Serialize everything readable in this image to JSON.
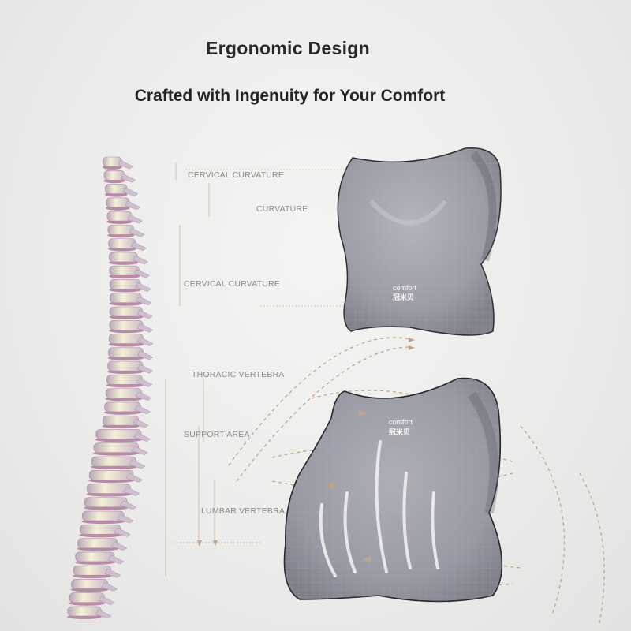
{
  "header": {
    "title": "Ergonomic Design",
    "subtitle": "Crafted with Ingenuity for Your Comfort"
  },
  "labels": {
    "cervical_curvature_top": "CERVICAL CURVATURE",
    "curvature": "CURVATURE",
    "cervical_curvature_mid": "CERVICAL CURVATURE",
    "thoracic_vertebra": "THORACIC VERTEBRA",
    "support_area": "SUPPORT AREA",
    "lumbar_vertebra": "LUMBAR VERTEBRA"
  },
  "pillows": {
    "neck_logo_text": "comfort",
    "lumbar_logo_text": "comfort"
  },
  "colors": {
    "background": "#ececeb",
    "pillow": "#9d9fa8",
    "spine_bone": "#f3eccf",
    "spine_disc": "#b98aa6",
    "arrow": "#c2a48a"
  },
  "icons": {
    "spine": "spine-illustration",
    "neck_pillow": "neck-pillow-image",
    "lumbar_pillow": "lumbar-pillow-image"
  }
}
